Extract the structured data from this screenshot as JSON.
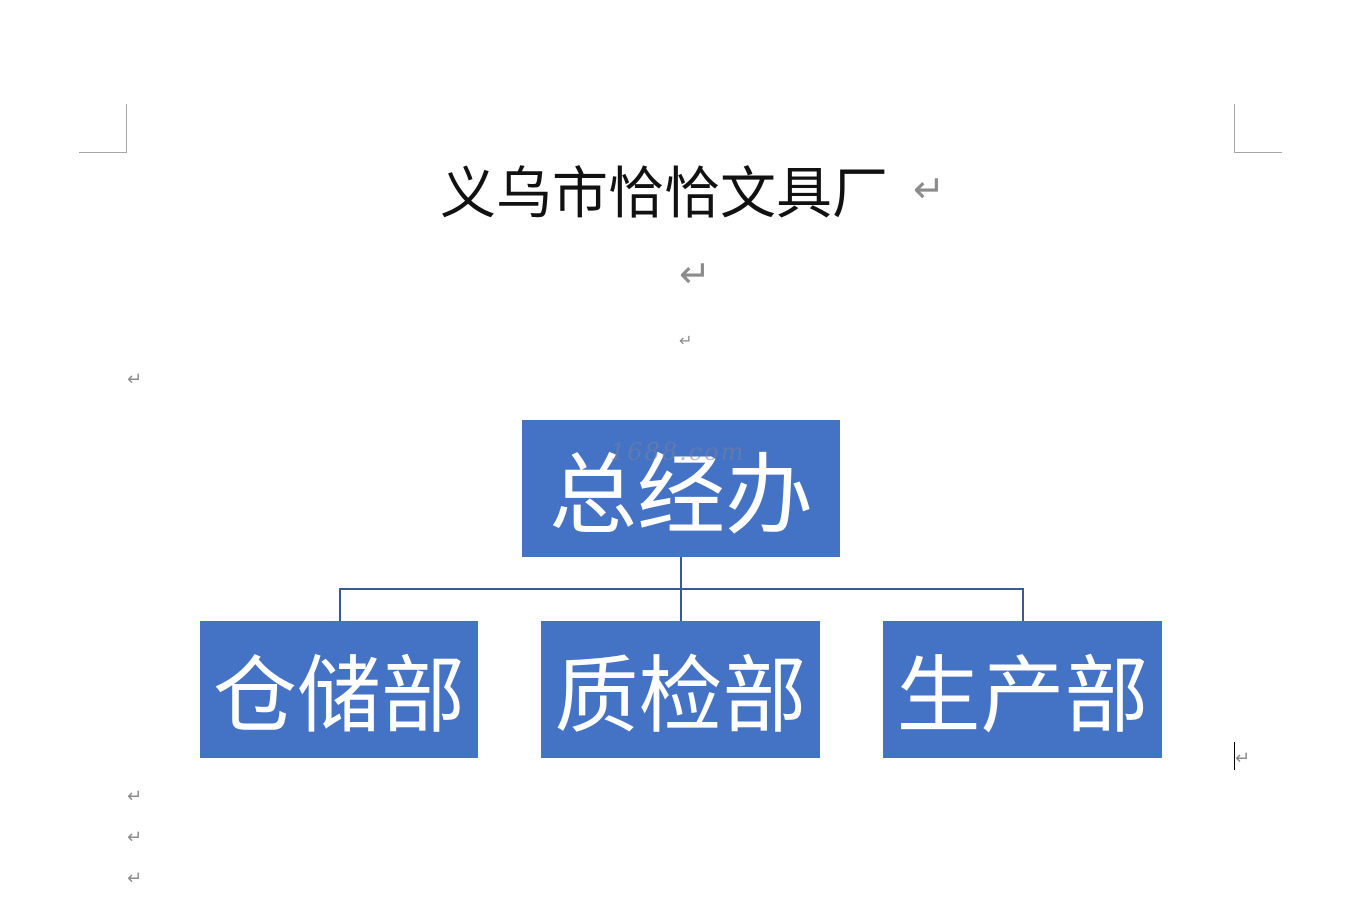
{
  "document": {
    "title": "义乌市恰恰文具厂"
  },
  "paragraph_mark": "↵",
  "org_chart": {
    "root": "总经办",
    "children": [
      "仓储部",
      "质检部",
      "生产部"
    ]
  },
  "watermark": "1688.com",
  "colors": {
    "box_fill": "#4472c4",
    "connector": "#3a5a96",
    "paragraph_mark": "#8c8c8c"
  }
}
